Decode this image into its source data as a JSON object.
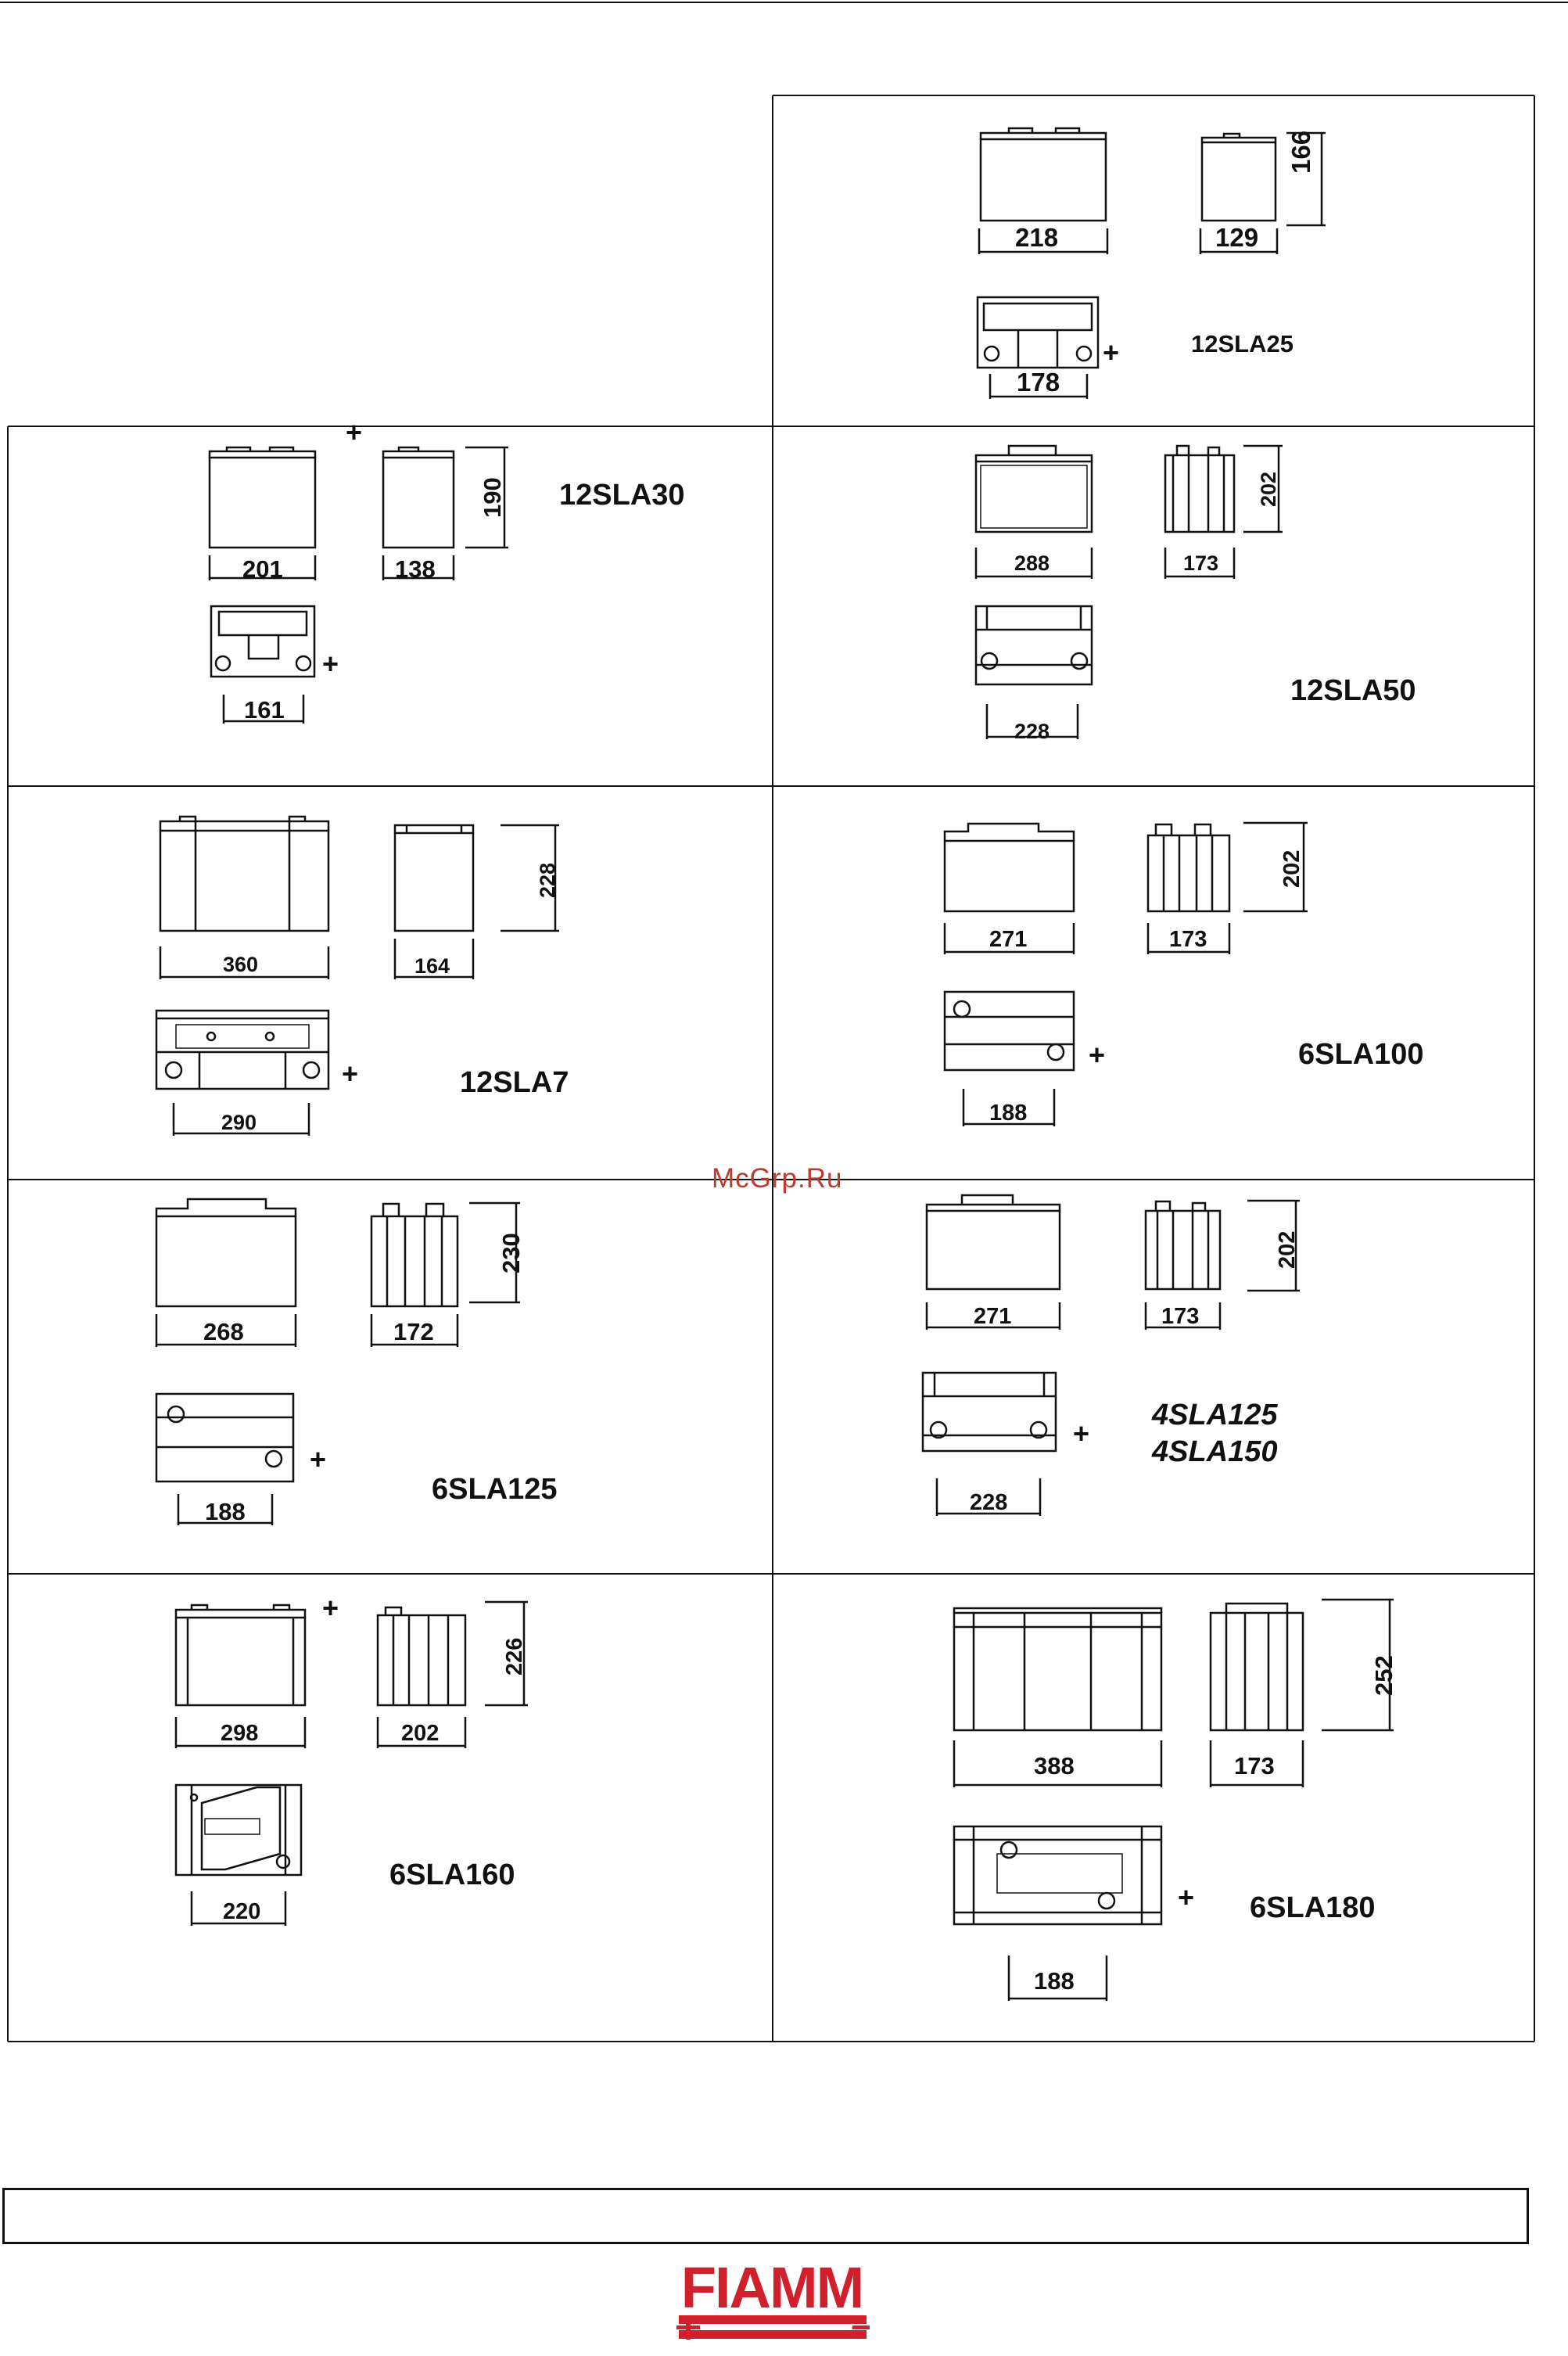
{
  "watermark": "McGrp.Ru",
  "brand": "FIAMM",
  "footer_text": "",
  "colors": {
    "ink": "#111111",
    "watermark": "#c0392b",
    "brand": "#d11f2b"
  },
  "batteries": [
    {
      "model": "12SLA25",
      "front_width": "218",
      "side_width": "129",
      "height": "166",
      "top_width": "178"
    },
    {
      "model": "12SLA30",
      "front_width": "201",
      "side_width": "138",
      "height": "190",
      "top_width": "161"
    },
    {
      "model": "12SLA50",
      "front_width": "288",
      "side_width": "173",
      "height": "202",
      "top_width": "228"
    },
    {
      "model": "12SLA7",
      "front_width": "360",
      "side_width": "164",
      "height": "228",
      "top_width": "290"
    },
    {
      "model": "6SLA100",
      "front_width": "271",
      "side_width": "173",
      "height": "202",
      "top_width": "188"
    },
    {
      "model": "6SLA125",
      "front_width": "268",
      "side_width": "172",
      "height": "230",
      "top_width": "188"
    },
    {
      "model_line1": "4SLA125",
      "model_line2": "4SLA150",
      "front_width": "271",
      "side_width": "173",
      "height": "202",
      "top_width": "228"
    },
    {
      "model": "6SLA160",
      "front_width": "298",
      "side_width": "202",
      "height": "226",
      "top_width": "220"
    },
    {
      "model": "6SLA180",
      "front_width": "388",
      "side_width": "173",
      "height": "252",
      "top_width": "188"
    }
  ],
  "terminal_symbol": "+"
}
